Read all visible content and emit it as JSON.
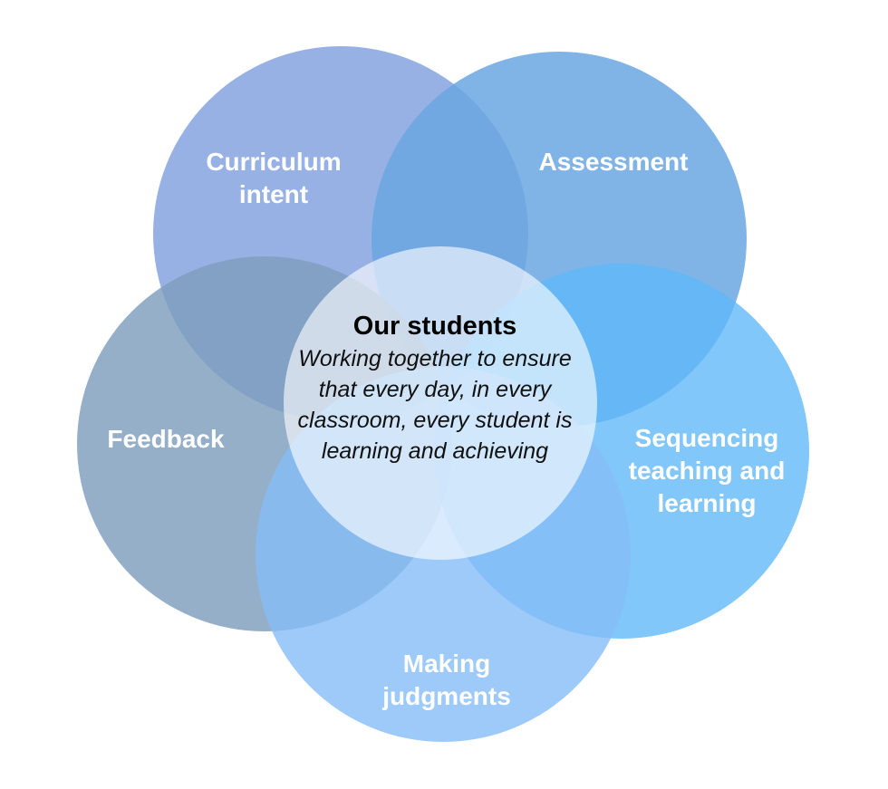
{
  "center": {
    "title": "Our students",
    "text": "Working together to ensure that every day, in every classroom, every student is learning and achieving",
    "color": "#ffffff"
  },
  "petals": [
    {
      "id": "curriculum",
      "label": "Curriculum\nintent",
      "color": "#8aa6e0"
    },
    {
      "id": "assessment",
      "label": "Assessment",
      "color": "#6aa7e2"
    },
    {
      "id": "sequencing",
      "label": "Sequencing\nteaching and\nlearning",
      "color": "#5db7f8"
    },
    {
      "id": "judgments",
      "label": "Making\njudgments",
      "color": "#84bdf7"
    },
    {
      "id": "feedback",
      "label": "Feedback",
      "color": "#7f9ebd"
    }
  ]
}
